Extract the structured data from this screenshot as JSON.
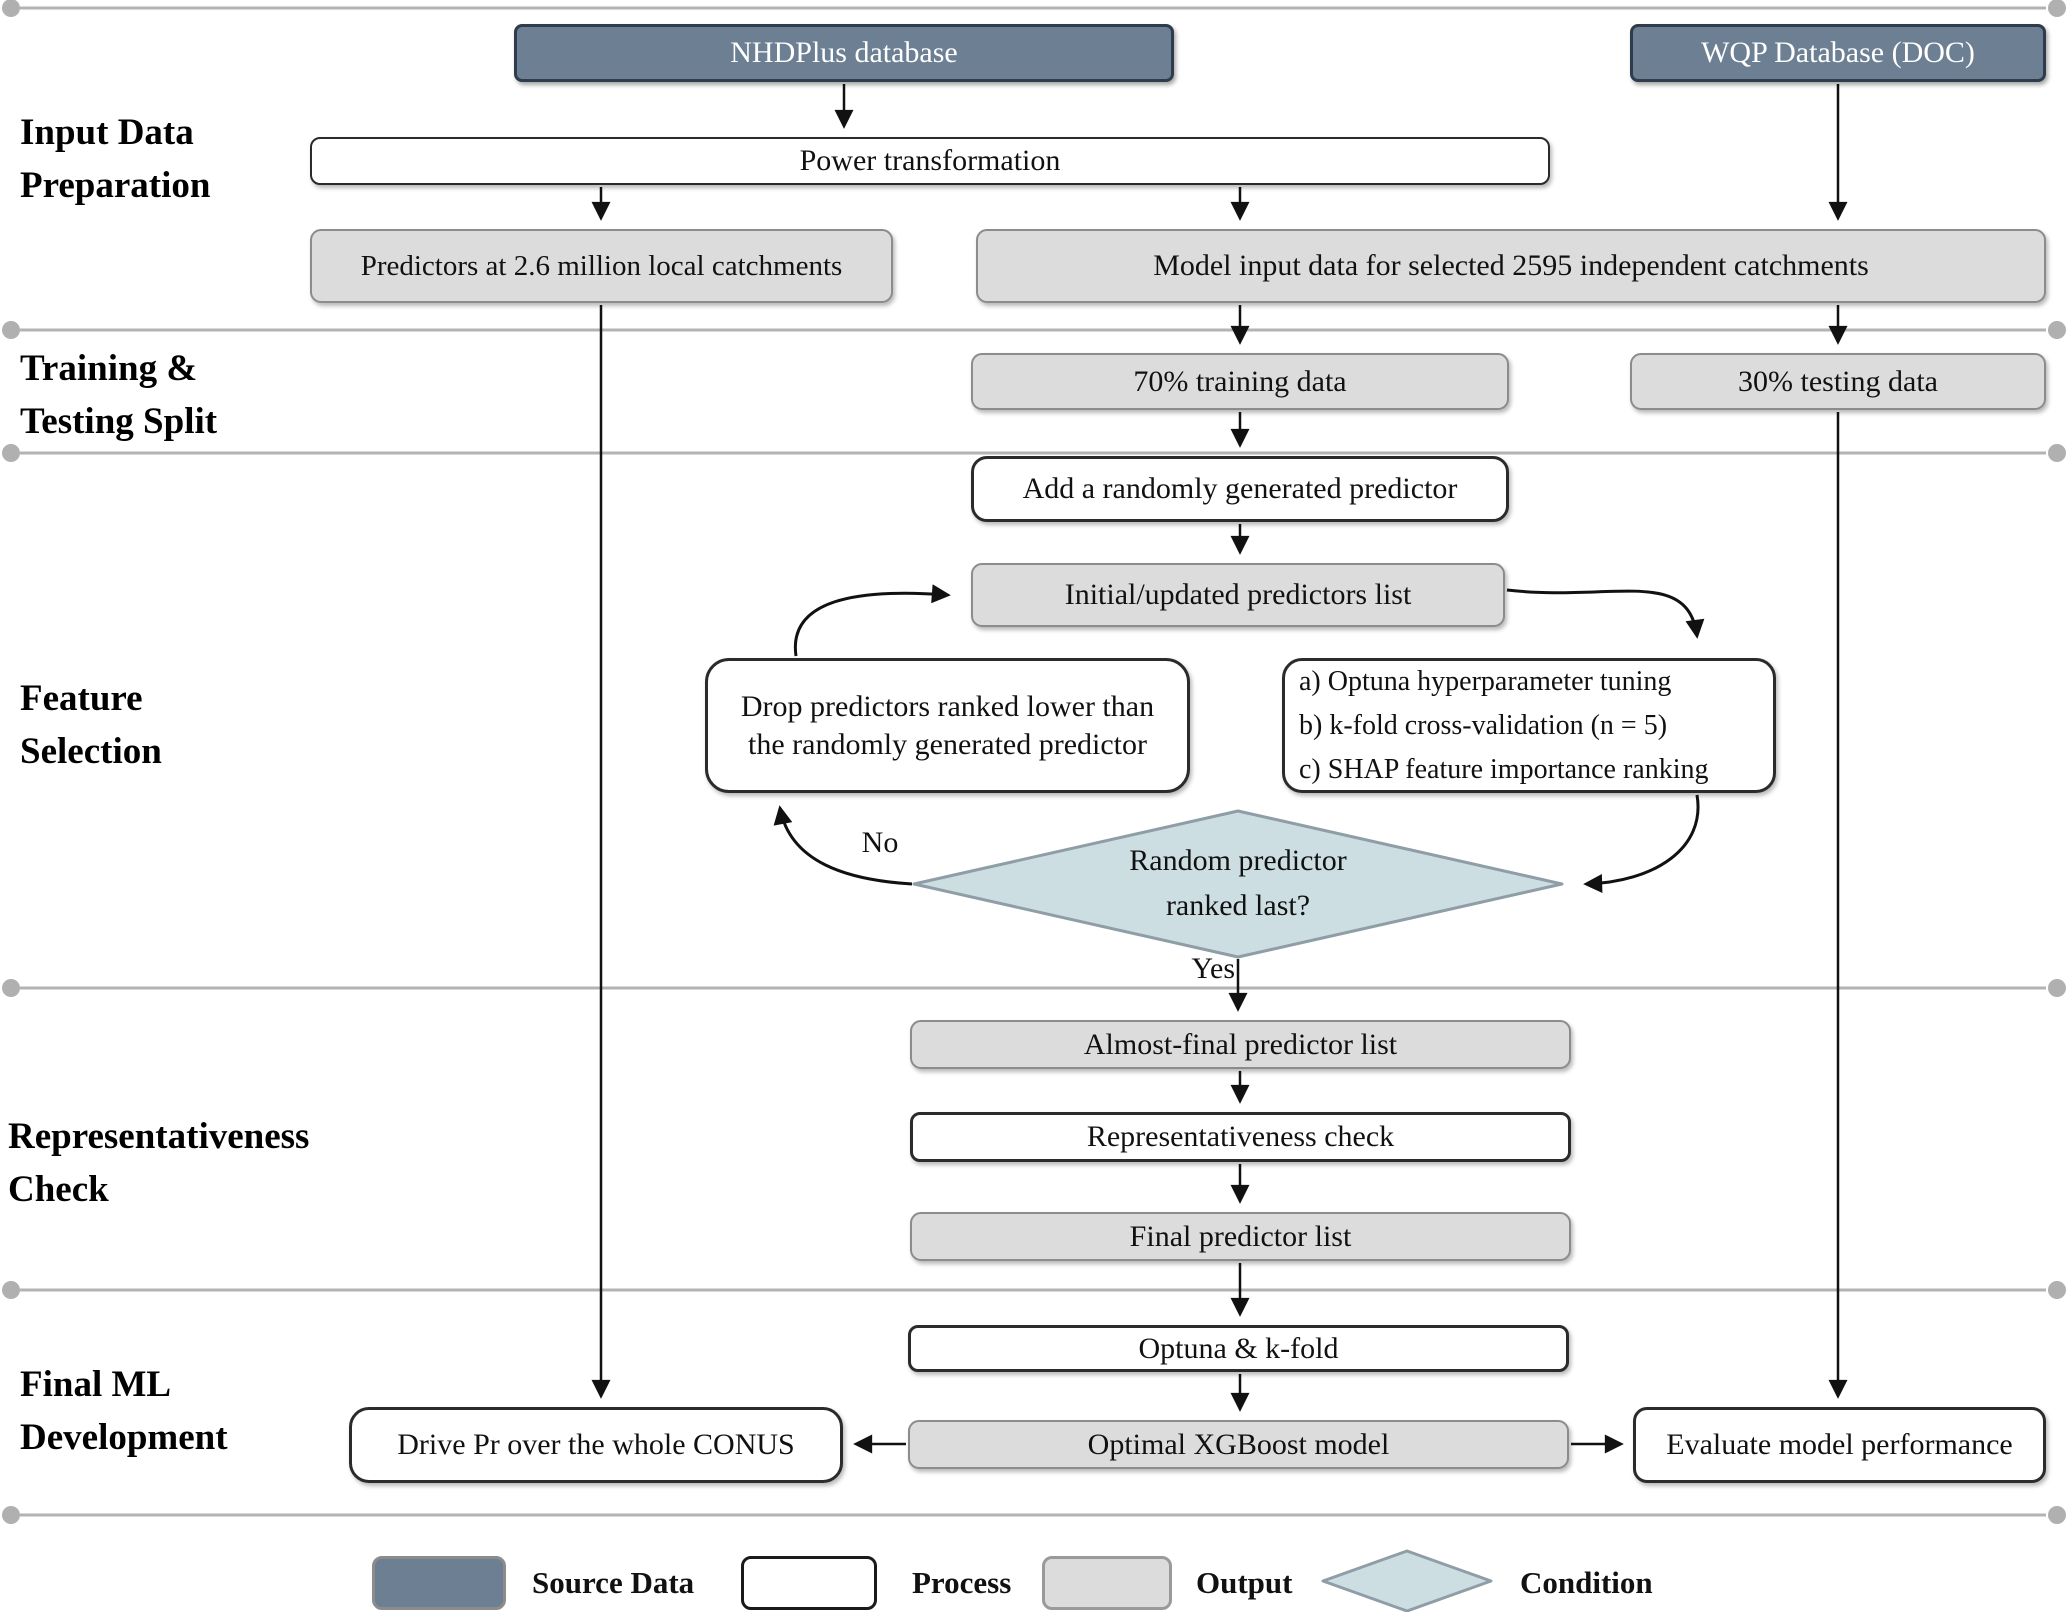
{
  "figure": {
    "type": "flowchart",
    "topic": "machine-learning model development workflow"
  },
  "sections": [
    {
      "line1": "Input Data",
      "line2": "Preparation"
    },
    {
      "line1": "Training &",
      "line2": "Testing Split"
    },
    {
      "line1": "Feature",
      "line2": "Selection"
    },
    {
      "line1": "Representativeness",
      "line2": "Check"
    },
    {
      "line1": "Final ML",
      "line2": "Development"
    }
  ],
  "nodes": {
    "nhdplus": "NHDPlus database",
    "wqp": "WQP Database (DOC)",
    "power_transformation": "Power transformation",
    "predictors_local": "Predictors at 2.6 million local catchments",
    "model_input": "Model input data for selected 2595 independent catchments",
    "training_split": "70% training data",
    "testing_split": "30% testing data",
    "add_random_predictor": "Add a randomly generated predictor",
    "initial_predictors_list": "Initial/updated predictors list",
    "drop_predictors_line1": "Drop predictors ranked lower than",
    "drop_predictors_line2": "the randomly generated predictor",
    "ml_steps": [
      "a) Optuna hyperparameter tuning",
      "b) k-fold cross-validation (n = 5)",
      "c) SHAP feature importance ranking"
    ],
    "condition_line1": "Random predictor",
    "condition_line2": "ranked last?",
    "branch_no": "No",
    "branch_yes": "Yes",
    "almost_final_list": "Almost-final predictor list",
    "representativeness_check": "Representativeness check",
    "final_predictor_list": "Final predictor list",
    "optuna_kfold": "Optuna & k-fold",
    "optimal_model": "Optimal XGBoost model",
    "drive_pr": "Drive Pr over the whole CONUS",
    "evaluate_performance": "Evaluate model performance"
  },
  "legend": [
    {
      "label": "Source Data"
    },
    {
      "label": "Process"
    },
    {
      "label": "Output"
    },
    {
      "label": "Condition"
    }
  ],
  "colors": {
    "source_fill": "#6d7f92",
    "source_border": "#2f3c4b",
    "process_fill": "#ffffff",
    "process_border": "#2b2b2b",
    "output_fill": "#dcdcdc",
    "output_border": "#8c8c8c",
    "condition_fill": "#cddee3",
    "condition_border": "#8f9ea6",
    "arrow": "#111111",
    "divider": "#b3b3b3"
  }
}
